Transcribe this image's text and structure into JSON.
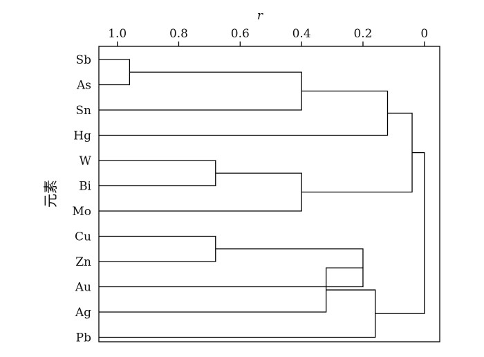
{
  "chart_data": {
    "type": "dendrogram",
    "xlabel": "r",
    "ylabel": "元素",
    "x_ticks": [
      1.0,
      0.8,
      0.6,
      0.4,
      0.2,
      0
    ],
    "x_tick_labels": [
      "1.0",
      "0.8",
      "0.6",
      "0.4",
      "0.2",
      "0"
    ],
    "xlim": [
      1.06,
      -0.05
    ],
    "leaves": [
      "Sb",
      "As",
      "Sn",
      "Hg",
      "W",
      "Bi",
      "Mo",
      "Cu",
      "Zn",
      "Au",
      "Ag",
      "Pb"
    ],
    "merges": [
      {
        "a": "Sb",
        "b": "As",
        "r": 0.96
      },
      {
        "a": "W",
        "b": "Bi",
        "r": 0.68
      },
      {
        "a": "Cu",
        "b": "Zn",
        "r": 0.68
      },
      {
        "a": "Sb-As",
        "b": "Sn",
        "r": 0.4
      },
      {
        "a": "W-Bi",
        "b": "Mo",
        "r": 0.4
      },
      {
        "a": "Sb-As-Sn",
        "b": "Hg",
        "r": 0.12
      },
      {
        "a": "Sb-As-Sn-Hg",
        "b": "W-Bi-Mo",
        "r": 0.04
      },
      {
        "a": "Cu-Zn",
        "b": "Au",
        "r": 0.2
      },
      {
        "a": "Cu-Zn-Au",
        "b": "Ag",
        "r": 0.32
      },
      {
        "a": "Cu-Zn-Au-Ag",
        "b": "Pb",
        "r": 0.16
      },
      {
        "a": "Sb-As-Sn-Hg-W-Bi-Mo",
        "b": "Cu-Zn-Au-Ag-Pb",
        "r": 0.0
      }
    ]
  }
}
